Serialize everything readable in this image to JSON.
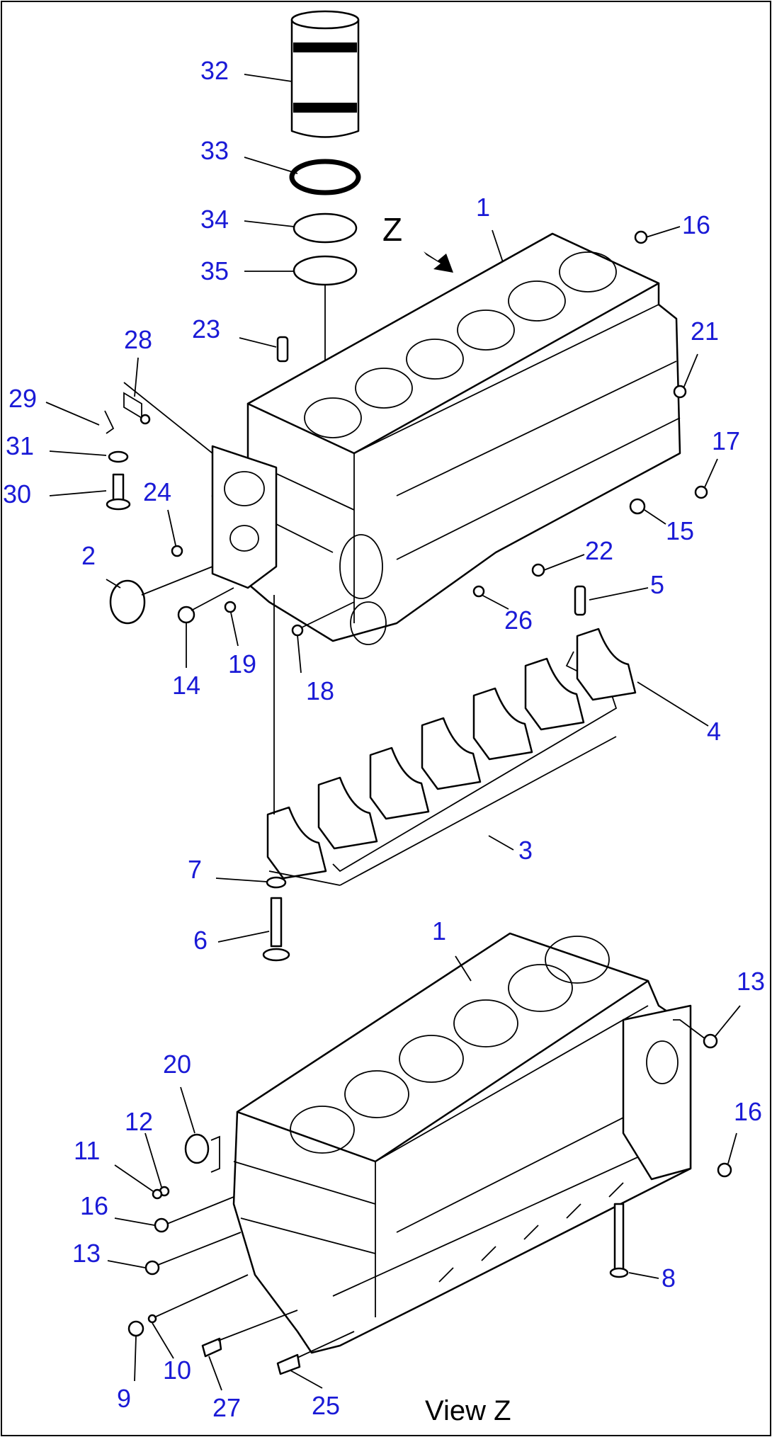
{
  "diagram": {
    "colors": {
      "callout": "#1a1ad6",
      "line": "#000000",
      "background": "#ffffff"
    },
    "view_marker": "Z",
    "view_caption": "View Z",
    "callouts": {
      "c1a": "1",
      "c1b": "1",
      "c2": "2",
      "c3": "3",
      "c4": "4",
      "c5": "5",
      "c6": "6",
      "c7": "7",
      "c8": "8",
      "c9": "9",
      "c10": "10",
      "c11": "11",
      "c12": "12",
      "c13a": "13",
      "c13b": "13",
      "c14": "14",
      "c15": "15",
      "c16a": "16",
      "c16b": "16",
      "c16c": "16",
      "c17": "17",
      "c18": "18",
      "c19": "19",
      "c20": "20",
      "c21": "21",
      "c22": "22",
      "c23": "23",
      "c24": "24",
      "c25": "25",
      "c26": "26",
      "c27": "27",
      "c28": "28",
      "c29": "29",
      "c30": "30",
      "c31": "31",
      "c32": "32",
      "c33": "33",
      "c34": "34",
      "c35": "35"
    }
  }
}
